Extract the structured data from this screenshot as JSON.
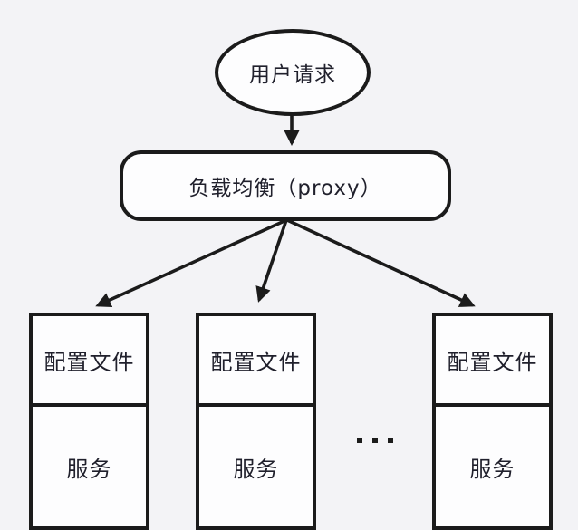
{
  "diagram": {
    "type": "flowchart",
    "nodes": {
      "user_request": {
        "shape": "ellipse",
        "label": "用户请求"
      },
      "load_balancer": {
        "shape": "rounded-rectangle",
        "label": "负载均衡（proxy）"
      },
      "server1": {
        "shape": "record",
        "top": "配置文件",
        "bottom": "服务"
      },
      "server2": {
        "shape": "record",
        "top": "配置文件",
        "bottom": "服务"
      },
      "server3": {
        "shape": "record",
        "top": "配置文件",
        "bottom": "服务"
      }
    },
    "edges": [
      {
        "from": "user_request",
        "to": "load_balancer"
      },
      {
        "from": "load_balancer",
        "to": "server1"
      },
      {
        "from": "load_balancer",
        "to": "server2"
      },
      {
        "from": "load_balancer",
        "to": "server3"
      }
    ],
    "ellipsis_label": "…",
    "colors": {
      "background": "#f3f3f6",
      "stroke": "#1b1b1b",
      "node_fill": "#fdfdfe",
      "text": "#20202c"
    }
  }
}
